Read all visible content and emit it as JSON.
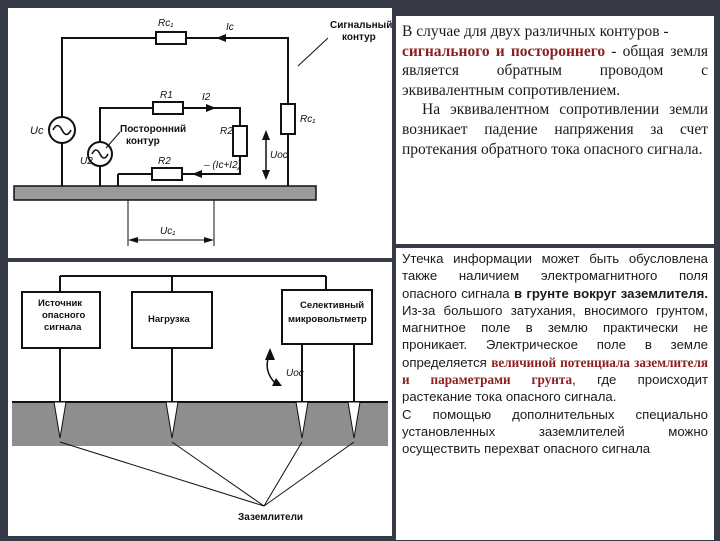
{
  "fig1": {
    "signal_contour": [
      "Сигнальный",
      "контур"
    ],
    "foreign_contour": [
      "Посторонний",
      "контур"
    ],
    "labels": {
      "rc1": "Rc₁",
      "ic": "Ic",
      "r1": "R1",
      "i2": "I2",
      "r2a": "R2",
      "rc": "Rc₁",
      "uc": "Uc",
      "u2": "U2",
      "uoc": "Uос",
      "sum": "– (Ic+I2)",
      "r2b": "R2",
      "uc1": "Uc₁"
    }
  },
  "fig2": {
    "source": [
      "Источник",
      "опасного",
      "сигнала"
    ],
    "load": "Нагрузка",
    "voltmeter": [
      "Селективный",
      "микровольтметр"
    ],
    "uoc": "Uос",
    "grounds": "Заземлители"
  },
  "panel1": {
    "t1": "В случае для двух различных контуров -",
    "t2": "сигнального и постороннего",
    "t3": " - общая земля является обратным проводом с эквивалентным сопротивлением.",
    "t4": "На эквивалентном сопротивлении земли возникает падение напряжения за счет протекания обратного тока опасного сигнала."
  },
  "panel2": {
    "t1": "Утечка информации может быть обусловлена также наличием электромагнитного поля опасного сигнала ",
    "t2": "в грунте вокруг заземлителя.",
    "t3": " Из-за большого затухания, вносимого грунтом, магнитное поле в землю практически не проникает. Электрическое поле в земле определяется ",
    "t4": "величиной потенциала заземлителя и параметрами грунта",
    "t5": ", где происходит растекание тока опасного сигнала.",
    "t6": "С помощью дополнительных специально установленных заземлителей можно осуществить перехват опасного сигнала"
  }
}
